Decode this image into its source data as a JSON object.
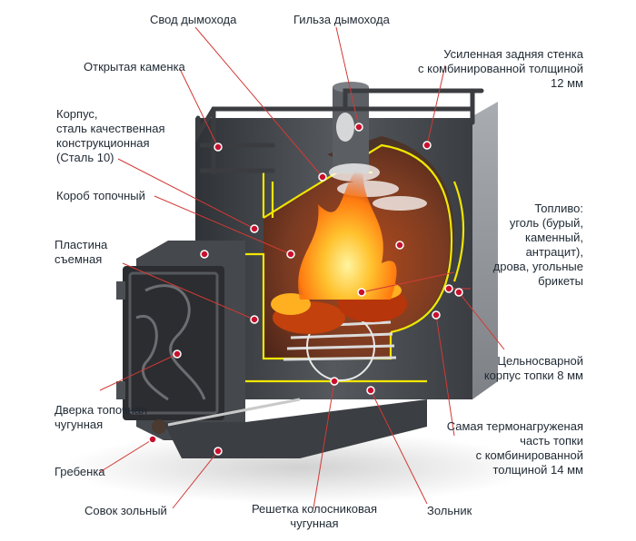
{
  "labels": {
    "flue_vault": "Свод дымохода",
    "flue_sleeve": "Гильза дымохода",
    "open_heater": "Открытая каменка",
    "rear_wall_l1": "Усиленная задняя стенка",
    "rear_wall_l2": "с комбинированной толщиной",
    "rear_wall_l3": "12 мм",
    "body_l1": "Корпус,",
    "body_l2": "сталь качественная",
    "body_l3": "конструкционная",
    "body_l4": "(Сталь 10)",
    "firebox_box": "Короб топочный",
    "fuel_l1": "Топливо:",
    "fuel_l2": "уголь (бурый,",
    "fuel_l3": "каменный,",
    "fuel_l4": "антрацит),",
    "fuel_l5": "дрова, угольные",
    "fuel_l6": "брикеты",
    "plate_l1": "Пластина",
    "plate_l2": "съемная",
    "welded_l1": "Цельносварной",
    "welded_l2": "корпус топки 8 мм",
    "door_l1": "Дверка топочная",
    "door_l2": "чугунная",
    "hot_l1": "Самая термонагруженая",
    "hot_l2": "часть топки",
    "hot_l3": "с комбинированной",
    "hot_l4": "толщиной 14 мм",
    "comb": "Гребенка",
    "ash_scoop": "Совок зольный",
    "grate_l1": "Решетка колосниковая",
    "grate_l2": "чугунная",
    "ash_pit": "Зольник"
  },
  "colors": {
    "leader": "#d23a35",
    "marker": "#c8102e",
    "seam": "#f2e600",
    "steel_dark": "#3f4246",
    "steel_mid": "#55595e",
    "interior": "#7a3b22",
    "flame": "#ff8a1c",
    "text": "#1f2933"
  },
  "icons": [
    "rail-icon",
    "chimney-sleeve-icon",
    "flame-icon",
    "cast-iron-door-icon",
    "grate-icon",
    "poker-handle-icon"
  ]
}
